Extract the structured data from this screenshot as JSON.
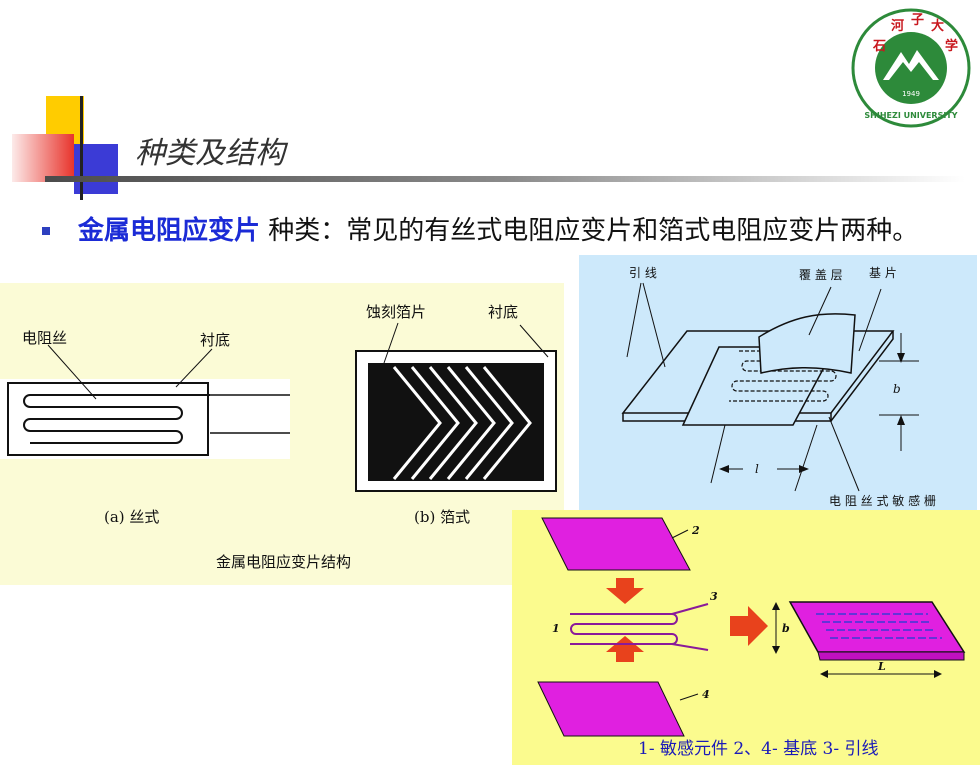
{
  "slide": {
    "title": "种类及结构"
  },
  "logo": {
    "chars": [
      "石",
      "河",
      "子",
      "大",
      "学"
    ],
    "year": "1949",
    "english": "SHIHEZI UNIVERSITY"
  },
  "bullet": {
    "key_term": "金属电阻应变片",
    "text": " 种类：常见的有丝式电阻应变片和箔式电阻应变片两种。"
  },
  "panel_a": {
    "wire_label": "电阻丝",
    "wire_substrate_label": "衬底",
    "foil_label": "蚀刻箔片",
    "foil_substrate_label": "衬底",
    "caption_a": "(a) 丝式",
    "caption_b": "(b) 箔式",
    "caption": "金属电阻应变片结构"
  },
  "panel_b": {
    "lead_label": "引 线",
    "cover_label": "覆 盖 层",
    "base_label": "基 片",
    "grid_label": "电 阻 丝 式 敏 感 栅",
    "length_symbol": "l",
    "width_symbol": "b"
  },
  "panel_c": {
    "n1": "1",
    "n2": "2",
    "n3": "3",
    "n4": "4",
    "width_symbol": "b",
    "length_symbol": "L",
    "caption": "1- 敏感元件 2、4- 基底 3- 引线"
  },
  "colors": {
    "accent_blue": "#1b2bd6",
    "panel_yellow": "#fbfbd6",
    "panel_blue": "#cde9fb",
    "panel_bright_yellow": "#fbfb8e",
    "magenta": "#e020e0",
    "arrow_red": "#e8421c"
  }
}
